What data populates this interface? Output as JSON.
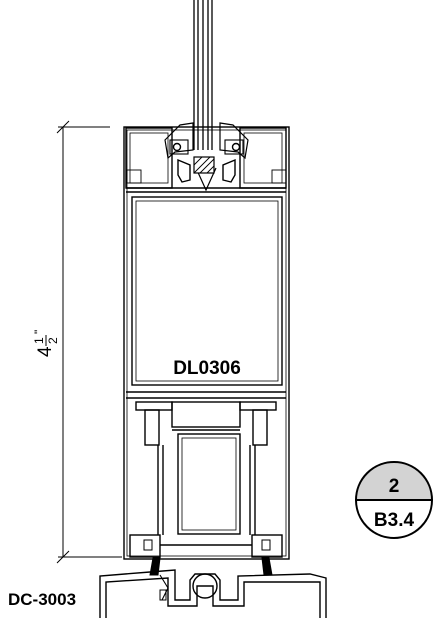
{
  "diagram": {
    "profile_label": "DL0306",
    "sill_label": "DC-3003",
    "dimension": {
      "whole": "4",
      "numerator": "1",
      "denominator": "2",
      "unit": "\""
    },
    "detail_callout": {
      "detail_number": "2",
      "sheet_reference": "B3.4"
    }
  },
  "colors": {
    "line": "#000000",
    "callout_fill": "#d3d3d3",
    "background": "#ffffff"
  }
}
